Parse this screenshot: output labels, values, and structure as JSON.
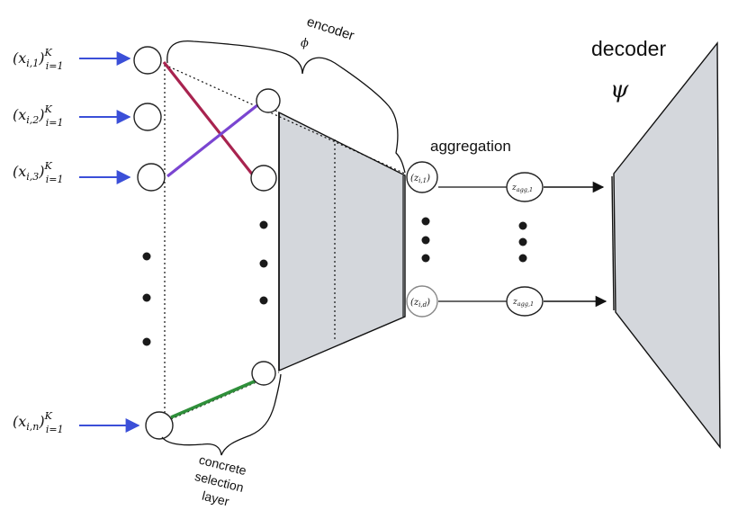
{
  "inputs": {
    "x1": {
      "base": "(x",
      "sub": "i,1",
      "close": ")",
      "sup": "K",
      "lim": "i=1"
    },
    "x2": {
      "base": "(x",
      "sub": "i,2",
      "close": ")",
      "sup": "K",
      "lim": "i=1"
    },
    "x3": {
      "base": "(x",
      "sub": "i,3",
      "close": ")",
      "sup": "K",
      "lim": "i=1"
    },
    "xn": {
      "base": "(x",
      "sub": "i,n",
      "close": ")",
      "sup": "K",
      "lim": "i=1"
    }
  },
  "labels": {
    "encoder": "encoder",
    "encoder_symbol": "ϕ",
    "aggregation": "aggregation",
    "decoder": "decoder",
    "decoder_symbol": "ψ",
    "concrete_line1": "concrete",
    "concrete_line2": "selection",
    "concrete_line3": "layer"
  },
  "latent_nodes": {
    "z_top": "(z",
    "z_top_sub": "i,1",
    "z_top_close": ")",
    "z_bottom": "(z",
    "z_bottom_sub": "i,d",
    "z_bottom_close": ")"
  },
  "agg_nodes": {
    "top": "z",
    "top_sub": "agg,1",
    "bottom": "z",
    "bottom_sub": "agg,1"
  },
  "colors": {
    "input_arrow": "#3b4fd8",
    "edge_red": "#a8234f",
    "edge_purple": "#7a45d1",
    "edge_green": "#2f8f3a",
    "block_fill": "#d4d7dc"
  }
}
